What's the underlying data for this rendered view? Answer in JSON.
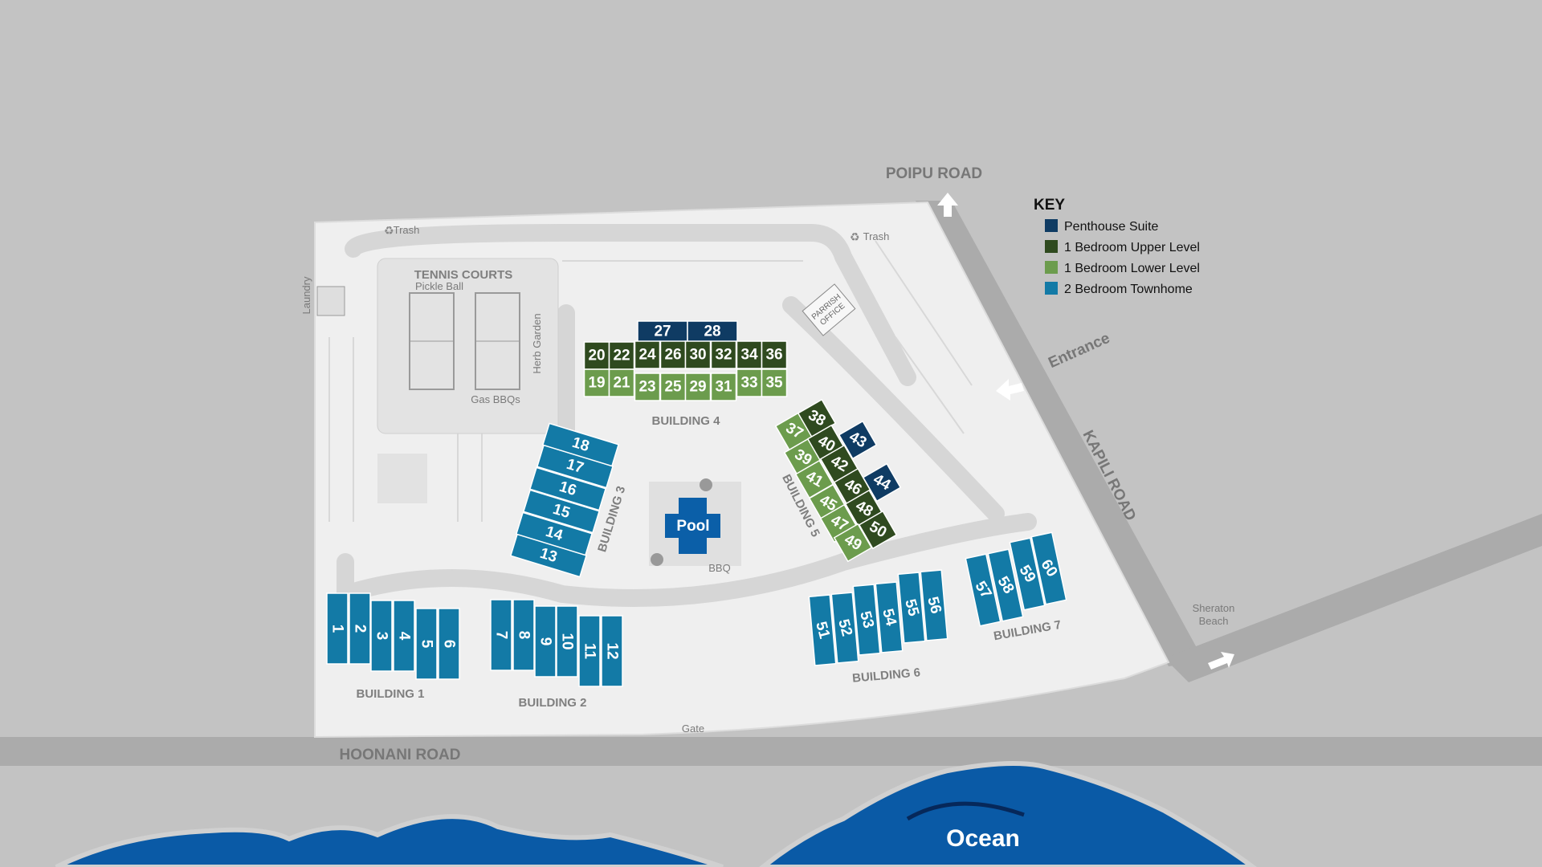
{
  "roads": {
    "poipu": "POIPU ROAD",
    "kapili": "KAPILI ROAD",
    "hoonani": "HOONANI ROAD",
    "entrance": "Entrance",
    "sheraton": "Sheraton",
    "beach": "Beach",
    "gate": "Gate"
  },
  "amenities": {
    "trash": "Trash",
    "laundry": "Laundry",
    "tennis": "TENNIS COURTS",
    "pickleball": "Pickle Ball",
    "herb": "Herb Garden",
    "gasbbq": "Gas BBQs",
    "pool": "Pool",
    "bbq": "BBQ",
    "office1": "PARRISH",
    "office2": "OFFICE",
    "ocean": "Ocean"
  },
  "key": {
    "title": "KEY",
    "items": [
      {
        "label": "Penthouse Suite",
        "color": "#0f3b63"
      },
      {
        "label": "1 Bedroom Upper Level",
        "color": "#2f4a1f"
      },
      {
        "label": "1 Bedroom Lower Level",
        "color": "#6c9c4d"
      },
      {
        "label": "2 Bedroom Townhome",
        "color": "#137aa6"
      }
    ]
  },
  "buildings": {
    "b1": "BUILDING 1",
    "b2": "BUILDING 2",
    "b3": "BUILDING 3",
    "b4": "BUILDING 4",
    "b5": "BUILDING 5",
    "b6": "BUILDING 6",
    "b7": "BUILDING 7"
  },
  "units": {
    "b1": [
      "1",
      "2",
      "3",
      "4",
      "5",
      "6"
    ],
    "b2": [
      "7",
      "8",
      "9",
      "10",
      "11",
      "12"
    ],
    "b3": [
      "13",
      "14",
      "15",
      "16",
      "17",
      "18"
    ],
    "b4_top": [
      "27",
      "28"
    ],
    "b4_upper": [
      "20",
      "22",
      "24",
      "26",
      "30",
      "32",
      "34",
      "36"
    ],
    "b4_lower": [
      "19",
      "21",
      "23",
      "25",
      "29",
      "31",
      "33",
      "35"
    ],
    "b5": [
      "37",
      "38",
      "39",
      "40",
      "41",
      "42",
      "43",
      "44",
      "45",
      "46",
      "47",
      "48",
      "49",
      "50"
    ],
    "b6": [
      "51",
      "52",
      "53",
      "54",
      "55",
      "56"
    ],
    "b7": [
      "57",
      "58",
      "59",
      "60"
    ]
  },
  "colors": {
    "penthouse": "#0f3b63",
    "upper": "#2f4a1f",
    "lower": "#6c9c4d",
    "townhome": "#137aa6",
    "pool": "#0b5fa8",
    "ocean": "#0a5aa6"
  }
}
